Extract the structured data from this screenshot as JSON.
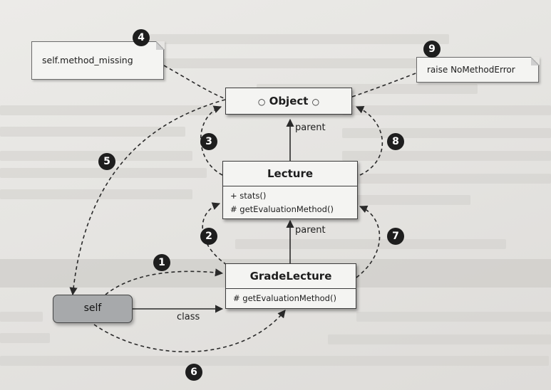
{
  "notes": {
    "method_missing": "self.method_missing",
    "no_method_error": "raise NoMethodError"
  },
  "classes": {
    "object": {
      "title": "Object"
    },
    "lecture": {
      "title": "Lecture",
      "methods": [
        "+ stats()",
        "# getEvaluationMethod()"
      ]
    },
    "grade_lecture": {
      "title": "GradeLecture",
      "methods": [
        "# getEvaluationMethod()"
      ]
    }
  },
  "self_label": "self",
  "labels": {
    "parent_upper": "parent",
    "parent_lower": "parent",
    "class": "class"
  },
  "steps": [
    "1",
    "2",
    "3",
    "4",
    "5",
    "6",
    "7",
    "8",
    "9"
  ]
}
